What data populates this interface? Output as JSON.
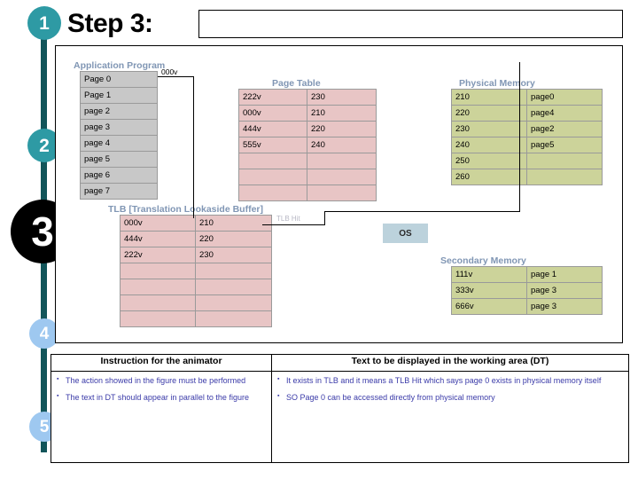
{
  "title": "Step 3:",
  "title_box_value": "",
  "timeline": {
    "steps": [
      {
        "label": "1",
        "color": "#2e9aa4"
      },
      {
        "label": "2",
        "color": "#2e9aa4"
      },
      {
        "label": "3",
        "color": "#000000"
      },
      {
        "label": "4",
        "color": "#9ec8f0"
      },
      {
        "label": "5",
        "color": "#9ec8f0"
      }
    ]
  },
  "diagram": {
    "application_program": {
      "caption": "Application Program",
      "rows": [
        "Page 0",
        "Page 1",
        "page 2",
        "page 3",
        "page 4",
        "page 5",
        "page 6",
        "page 7"
      ]
    },
    "page_table": {
      "caption": "Page Table",
      "rows": [
        [
          "222v",
          "230"
        ],
        [
          "000v",
          "210"
        ],
        [
          "444v",
          "220"
        ],
        [
          "555v",
          "240"
        ],
        [
          "",
          ""
        ],
        [
          "",
          ""
        ],
        [
          "",
          ""
        ]
      ]
    },
    "physical_memory": {
      "caption": "Physical Memory",
      "rows": [
        [
          "210",
          "page0"
        ],
        [
          "220",
          "page4"
        ],
        [
          "230",
          "page2"
        ],
        [
          "240",
          "page5"
        ],
        [
          "250",
          ""
        ],
        [
          "260",
          ""
        ]
      ]
    },
    "tlb": {
      "caption": "TLB [Translation Lookaside Buffer]",
      "rows": [
        [
          "000v",
          "210"
        ],
        [
          "444v",
          "220"
        ],
        [
          "222v",
          "230"
        ],
        [
          "",
          ""
        ],
        [
          "",
          ""
        ],
        [
          "",
          ""
        ],
        [
          "",
          ""
        ]
      ]
    },
    "secondary_memory": {
      "caption": "Secondary Memory",
      "rows": [
        [
          "111v",
          "page 1"
        ],
        [
          "333v",
          "page 3"
        ],
        [
          "666v",
          "page 3"
        ]
      ]
    },
    "os_box": "OS",
    "connector_labels": {
      "virtual_address": "000v",
      "tlb_hit": "TLB Hit"
    }
  },
  "notes": {
    "col1_header": "Instruction for the animator",
    "col2_header": "Text to be displayed in the working area (DT)",
    "col1_items": [
      "The action showed in the figure must be performed",
      "The text in DT should appear  in parallel to the figure"
    ],
    "col2_items": [
      "It exists in TLB  and it means a TLB Hit which says page 0 exists in physical memory itself",
      "SO Page 0 can be accessed directly from physical memory"
    ]
  },
  "colors": {
    "rail": "#12555a",
    "teal": "#2e9aa4",
    "light_blue": "#9ec8f0",
    "caption_blue": "#8096b4",
    "pink": "#e8c5c5",
    "olive": "#ccd39a",
    "gray": "#c8c8c8",
    "os_blue": "#bcd2dc",
    "note_text": "#3a3aa8"
  }
}
